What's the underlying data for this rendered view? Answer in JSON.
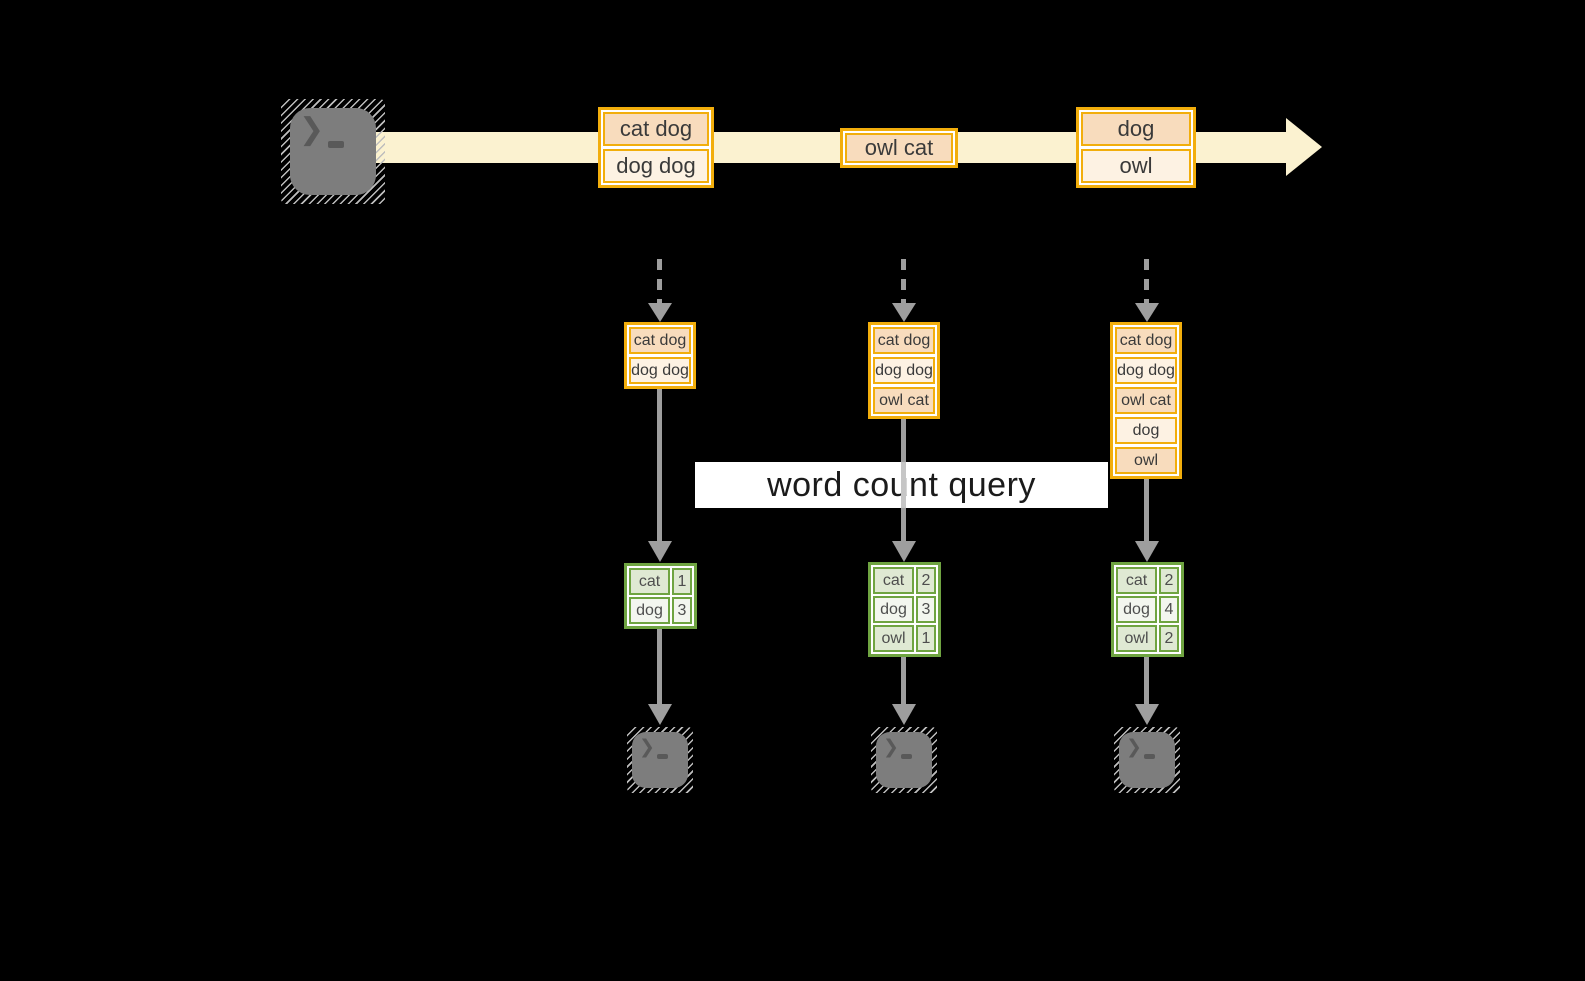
{
  "colors": {
    "bg": "#000000",
    "stream": "#fbf2d0",
    "amber": "#f2ae0c",
    "peach_dark": "#f8dcbd",
    "peach_light": "#fdf2e3",
    "green": "#6fa441",
    "sage_dark": "#dfe9d3",
    "sage_light": "#f3f6ef",
    "arrow": "#9e9e9e",
    "arrow_faint": "#c6c6c6",
    "icon_gray": "#7d7d7d",
    "glyph_gray": "#595959",
    "box_text": "#3a3a3a",
    "table_text": "#4e4e4e",
    "banner_bg": "#ffffff",
    "banner_text": "#1b1b1b"
  },
  "stream": {
    "source_icon": "terminal-icon",
    "prompt_chevron": "❯",
    "messages": [
      {
        "lines": [
          "cat dog",
          "dog dog"
        ]
      },
      {
        "lines": [
          "owl cat"
        ]
      },
      {
        "lines": [
          "dog",
          "owl"
        ]
      }
    ]
  },
  "banner": {
    "label": "word count query"
  },
  "columns": [
    {
      "state": [
        "cat dog",
        "dog dog"
      ],
      "counts": [
        {
          "word": "cat",
          "count": "1"
        },
        {
          "word": "dog",
          "count": "3"
        }
      ]
    },
    {
      "state": [
        "cat dog",
        "dog dog",
        "owl cat"
      ],
      "counts": [
        {
          "word": "cat",
          "count": "2"
        },
        {
          "word": "dog",
          "count": "3"
        },
        {
          "word": "owl",
          "count": "1"
        }
      ]
    },
    {
      "state": [
        "cat dog",
        "dog dog",
        "owl cat",
        "dog",
        "owl"
      ],
      "counts": [
        {
          "word": "cat",
          "count": "2"
        },
        {
          "word": "dog",
          "count": "4"
        },
        {
          "word": "owl",
          "count": "2"
        }
      ]
    }
  ]
}
